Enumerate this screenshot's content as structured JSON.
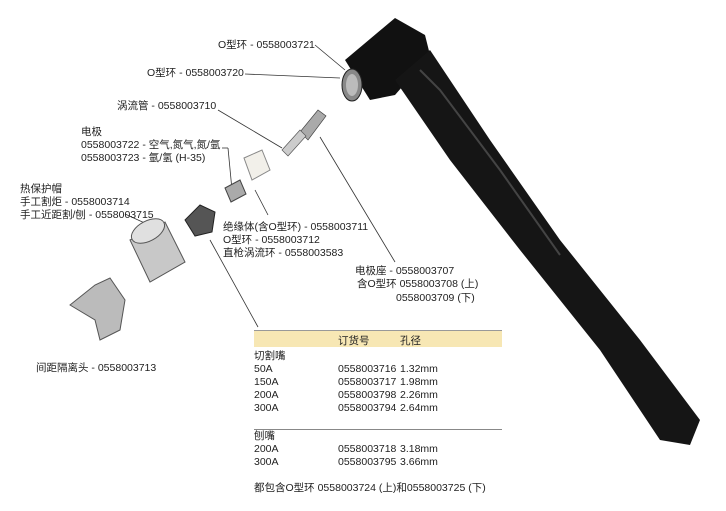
{
  "labels": {
    "oring1": "O型环 - 0558003721",
    "oring2": "O型环 - 0558003720",
    "swirl": "涡流管 - 0558003710",
    "electrode_title": "电极",
    "electrode_1": "0558003722 - 空气,氮气,氮/氩",
    "electrode_2": "0558003723 - 氩/氢 (H-35)",
    "shield_title": "热保护帽",
    "shield_1": "手工割炬 - 0558003714",
    "shield_2": "手工近距割/刨 - 0558003715",
    "insulator_1": "绝缘体(含O型环) - 0558003711",
    "insulator_2": "O型环 - 0558003712",
    "insulator_3": "直枪涡流环 - 0558003583",
    "holder_1": "电极座 - 0558003707",
    "holder_2": "含O型环 0558003708 (上)",
    "holder_3": "0558003709 (下)",
    "standoff": "间距隔离头 - 0558003713"
  },
  "table": {
    "headers": [
      "",
      "订货号",
      "孔径"
    ],
    "group1": "切割嘴",
    "rows1": [
      [
        "50A",
        "0558003716",
        "1.32mm"
      ],
      [
        "150A",
        "0558003717",
        "1.98mm"
      ],
      [
        "200A",
        "0558003798",
        "2.26mm"
      ],
      [
        "300A",
        "0558003794",
        "2.64mm"
      ]
    ],
    "group2": "刨嘴",
    "rows2": [
      [
        "200A",
        "0558003718",
        "3.18mm"
      ],
      [
        "300A",
        "0558003795",
        "3.66mm"
      ]
    ],
    "footnote": "都包含O型环 0558003724 (上)和0558003725 (下)"
  },
  "colors": {
    "header_bg": "#f7e7b4",
    "torch": "#111111"
  }
}
